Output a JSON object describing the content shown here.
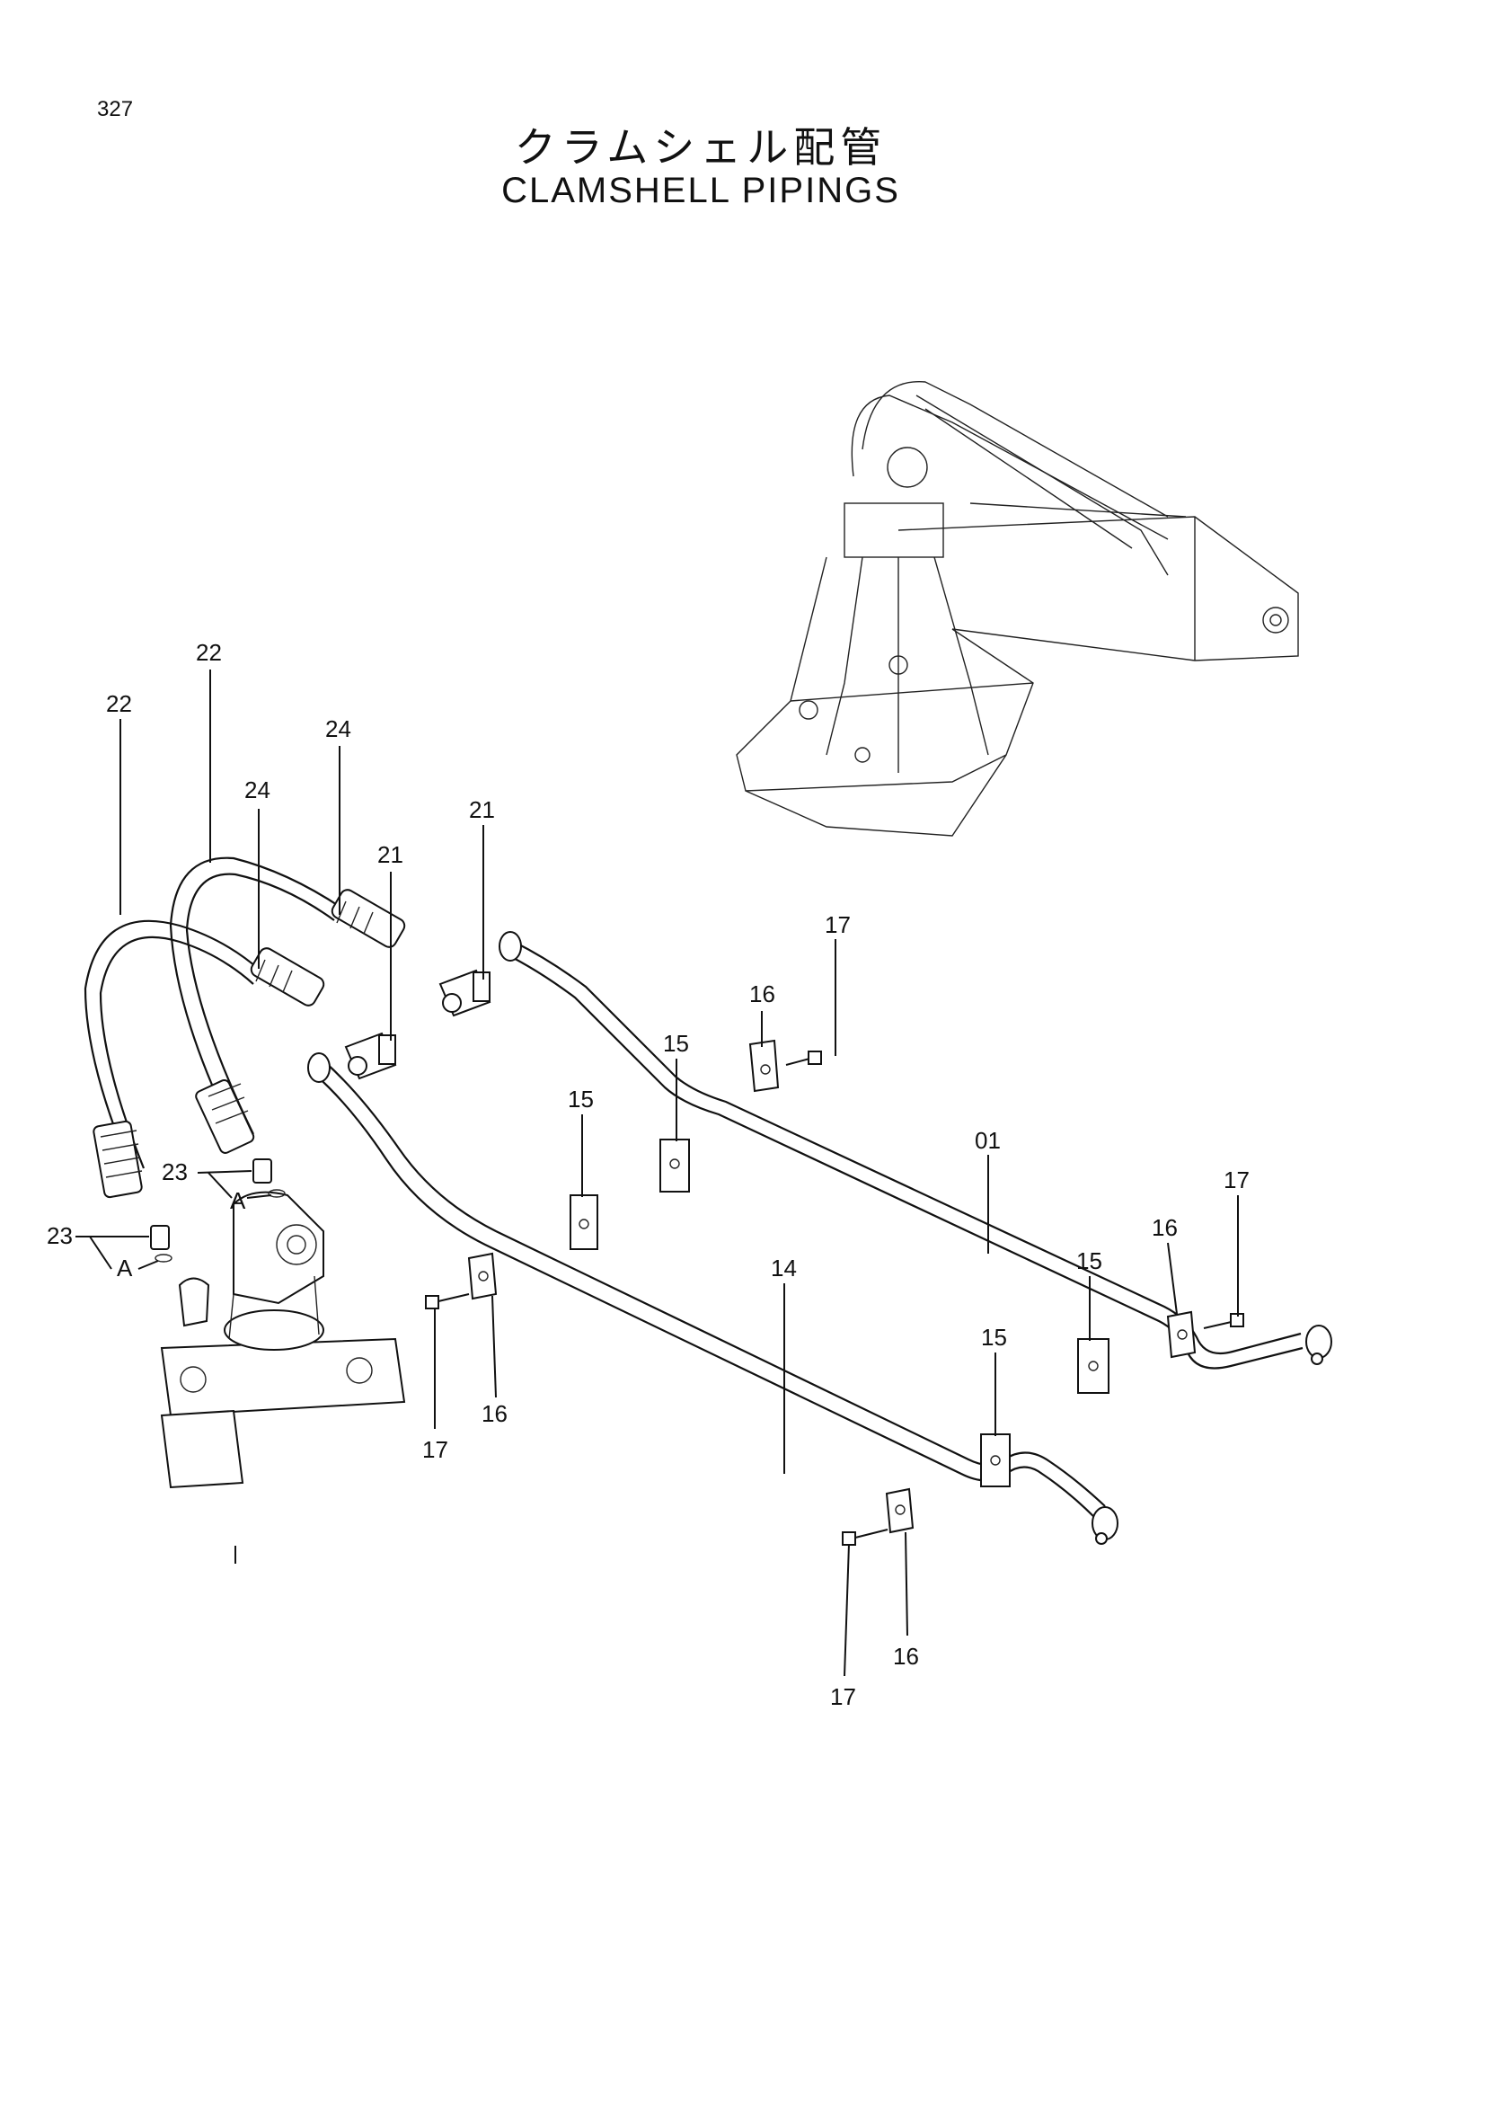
{
  "page_number": "327",
  "title_jp": "クラムシェル配管",
  "title_en": "CLAMSHELL PIPINGS",
  "callouts": {
    "p22a": "22",
    "p22b": "22",
    "p24a": "24",
    "p24b": "24",
    "p21a": "21",
    "p21b": "21",
    "p17a": "17",
    "p17b": "17",
    "p17c": "17",
    "p17d": "17",
    "p16a": "16",
    "p16b": "16",
    "p16c": "16",
    "p16d": "16",
    "p15a": "15",
    "p15b": "15",
    "p15c": "15",
    "p15d": "15",
    "p01": "01",
    "p14": "14",
    "p23a": "23",
    "p23b": "23",
    "pAa": "A",
    "pAb": "A"
  }
}
